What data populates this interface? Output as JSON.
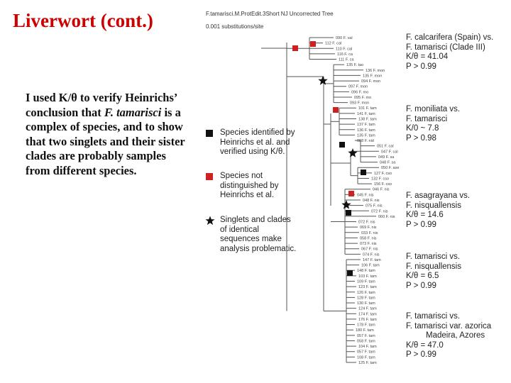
{
  "title": "Liverwort (cont.)",
  "body": {
    "part1": "I used K/θ to verify Heinrichs’ conclusion that ",
    "species": "F. tamarisci",
    "part2": " is a complex of species, and to show that two singlets and their sister clades are probably samples from different species."
  },
  "tree": {
    "header": "F.tamarisci.M.ProtEdit.3Short NJ Uncorrected Tree",
    "scale_label": "0.001 substitutions/site",
    "leaves": [
      "090 F. val",
      "112 F. cal",
      "110 F. cal",
      "116 F. ca",
      "111 F. ca",
      "135 F. tao",
      "136 F. mon",
      "135 F. mon",
      "094 F. mon",
      "097 F. mon",
      "096 F. mo",
      "095 F. mo",
      "093 F. mon",
      "101 F. tam",
      "141 F. tam",
      "138 F. tam",
      "137 F. tam",
      "136 F. tam",
      "135 F. tam",
      "088 F. nid",
      "051 F. cal",
      "047 F. cal",
      "049 F. sa",
      "048 F. sa",
      "050 F. ase",
      "127 F. cso",
      "132 F. cso",
      "156 F. cso",
      "046 F. nis",
      "045 F. nis",
      "048 F. nis",
      "075 F. nis",
      "072 F. nis",
      "060 F. nis",
      "072 F. nis",
      "069 F. nis",
      "033 F. nis",
      "058 F. nis",
      "073 F. nis",
      "067 F. nis",
      "074 F. nis",
      "147 F. tam",
      "106 F. tam",
      "148 F. tam",
      "103 F. tam",
      "109 F. tam",
      "123 F. tam",
      "126 F. tam",
      "128 F. tam",
      "130 F. tam",
      "124 F. tam",
      "174 F. tam",
      "176 F. tam",
      "178 F. tam",
      "180 F. tam",
      "057 F. tam",
      "058 F. tam",
      "104 F. tam",
      "057 F. tam",
      "108 F. tam",
      "125 F. tam"
    ]
  },
  "legend": [
    {
      "symbol": "black-square",
      "color": "#111111",
      "text": "Species identified by Heinrichs et al. and verified using K/θ."
    },
    {
      "symbol": "red-square",
      "color": "#cc2222",
      "text": "Species not distinguished by Heinrichs et al."
    },
    {
      "symbol": "star",
      "color": "#111111",
      "text": "Singlets and clades of identical sequences make analysis problematic."
    }
  ],
  "stats": [
    {
      "lines": [
        "F. calcarifera (Spain) vs.",
        "F. tamarisci (Clade III)",
        "K/θ = 41.04",
        "P > 0.99"
      ]
    },
    {
      "lines": [
        "F. moniliata vs.",
        "F. tamarisci",
        "K/0 ~ 7.8",
        "P > 0.98"
      ]
    },
    {
      "lines": [
        "F. asagrayana vs.",
        "F. nisquallensis",
        "K/θ = 14.6",
        "P > 0.99"
      ]
    },
    {
      "lines": [
        "F. tamarisci vs.",
        "F. nisquallensis",
        "K/θ = 6.5",
        "P > 0.99"
      ]
    },
    {
      "lines": [
        "F. tamarisci vs.",
        "F. tamarisci var. azorica",
        "Madeira, Azores",
        "K/θ = 47.0",
        "P > 0.99"
      ]
    }
  ],
  "colors": {
    "title": "#cc0000",
    "red_marker": "#cc2222",
    "black_marker": "#111111"
  }
}
